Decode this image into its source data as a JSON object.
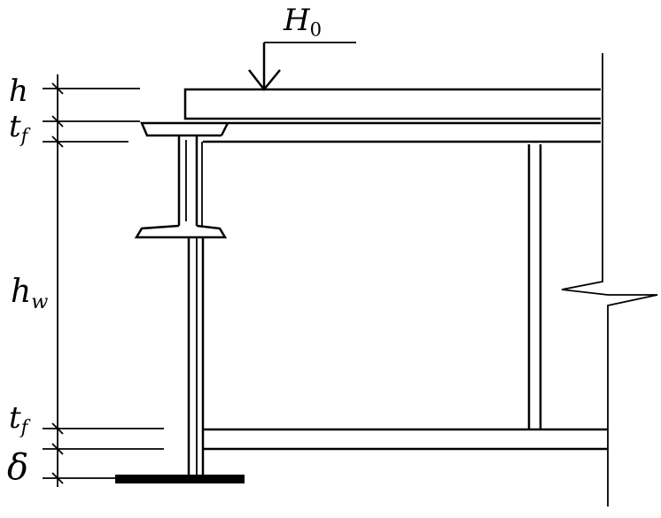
{
  "labels": {
    "load": {
      "main": "H",
      "sub": "0"
    },
    "h": "h",
    "tf_top": {
      "main": "t",
      "sub": "f"
    },
    "hw": {
      "main": "h",
      "sub": "w"
    },
    "tf_bottom": {
      "main": "t",
      "sub": "f"
    },
    "delta": "δ"
  }
}
